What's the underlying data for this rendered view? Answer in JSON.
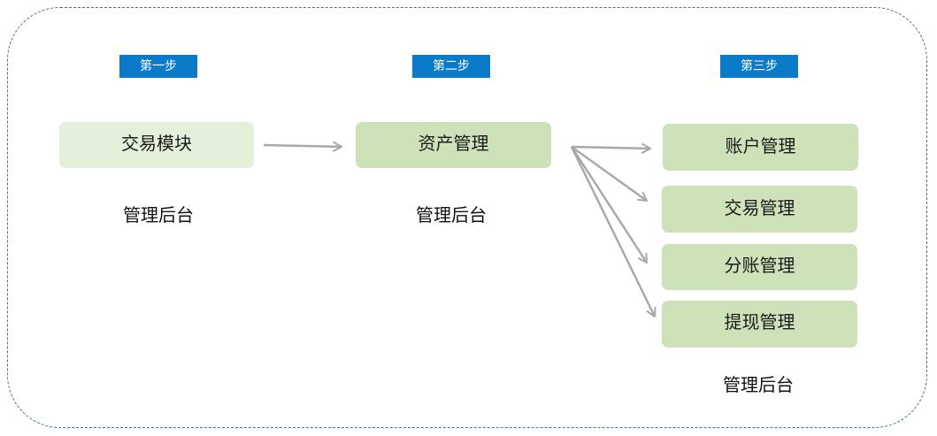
{
  "steps": {
    "one": "第一步",
    "two": "第二步",
    "three": "第三步"
  },
  "stage1": {
    "node": "交易模块",
    "caption": "管理后台"
  },
  "stage2": {
    "node": "资产管理",
    "caption": "管理后台"
  },
  "stage3": {
    "nodes": [
      "账户管理",
      "交易管理",
      "分账管理",
      "提现管理"
    ],
    "caption": "管理后台"
  },
  "colors": {
    "badge": "#0a7ac9",
    "node_light": "#e5f0db",
    "node_mid": "#cee2b9",
    "arrow": "#a9a9a9",
    "frame_border": "#4a6d96"
  }
}
